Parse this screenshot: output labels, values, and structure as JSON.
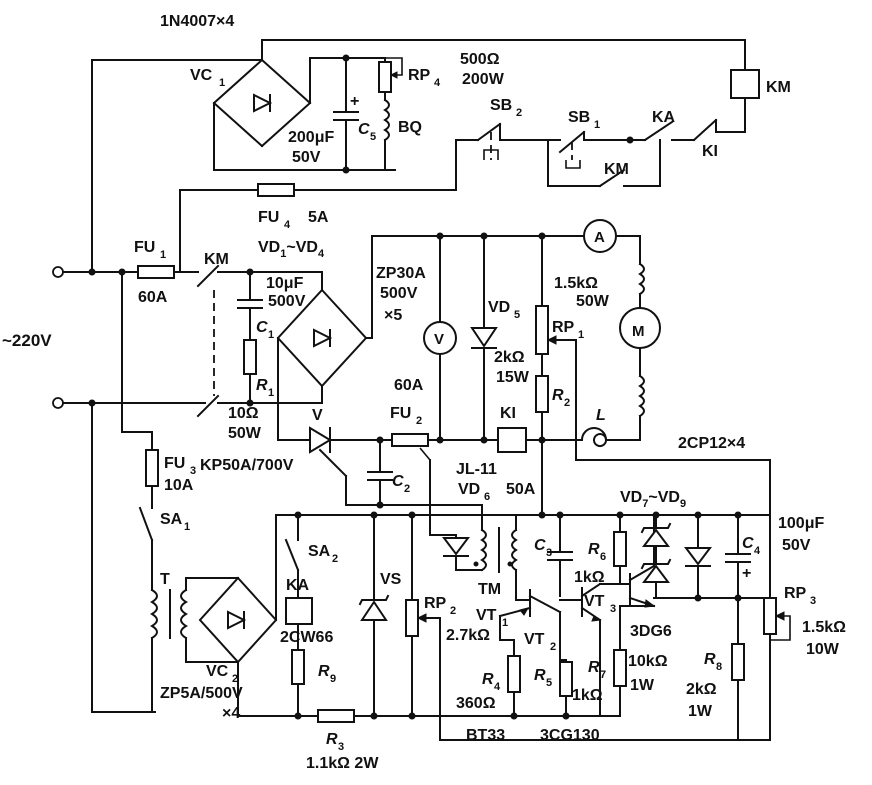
{
  "labels": {
    "bridge_top_part": "1N4007×4",
    "vc1": "VC",
    "vc1_sub": "1",
    "rp4": "RP",
    "rp4_sub": "4",
    "rp4_r": "500Ω",
    "rp4_p": "200W",
    "c5_plus": "+",
    "c5_v": "200μF",
    "c5_v2": "50V",
    "c5": "C",
    "c5_sub": "5",
    "bq": "BQ",
    "sb2": "SB",
    "sb2_sub": "2",
    "sb1": "SB",
    "sb1_sub": "1",
    "ka_top": "KA",
    "ki_top": "KI",
    "km_coil": "KM",
    "km_contact_top": "KM",
    "fu4": "FU",
    "fu4_sub": "4",
    "fu4_v": "5A",
    "fu1": "FU",
    "fu1_sub": "1",
    "fu1_v": "60A",
    "km_main": "KM",
    "vd1_vd4": "VD",
    "vd1_vd4_sub1": "1",
    "vd1_vd4_mid": "~VD",
    "vd1_vd4_sub2": "4",
    "c1_v": "10μF",
    "c1_v2": "500V",
    "c1": "C",
    "c1_sub": "1",
    "r1": "R",
    "r1_sub": "1",
    "r1_v": "10Ω",
    "r1_v2": "50W",
    "ac_in": "~220V",
    "zp30": "ZP30A",
    "zp30_v": "500V",
    "zp30_n": "×5",
    "vm": "V",
    "vd5": "VD",
    "vd5_sub": "5",
    "vd5_r": "2kΩ",
    "vd5_p": "15W",
    "am": "A",
    "rp1_r": "1.5kΩ",
    "rp1_p": "50W",
    "rp1": "RP",
    "rp1_sub": "1",
    "motor": "M",
    "r2": "R",
    "r2_sub": "2",
    "l": "L",
    "fu2_v": "60A",
    "fu2": "FU",
    "fu2_sub": "2",
    "ki_coil": "KI",
    "v_scr": "V",
    "kp50": "KP50A/700V",
    "c2": "C",
    "c2_sub": "2",
    "jl11": "JL-11",
    "vd6": "VD",
    "vd6_sub": "6",
    "jl_a": "50A",
    "cp12": "2CP12×4",
    "fu3": "FU",
    "fu3_sub": "3",
    "fu3_v": "10A",
    "sa1": "SA",
    "sa1_sub": "1",
    "t": "T",
    "vc2": "VC",
    "vc2_sub": "2",
    "zp5": "ZP5A/500V",
    "zp5_n": "×4",
    "sa2": "SA",
    "sa2_sub": "2",
    "ka_coil": "KA",
    "cw66": "2CW66",
    "vs": "VS",
    "r9": "R",
    "r9_sub": "9",
    "r3": "R",
    "r3_sub": "3",
    "r3_v": "1.1kΩ  2W",
    "rp2": "RP",
    "rp2_sub": "2",
    "rp2_v": "2.7kΩ",
    "tm": "TM",
    "vt1": "VT",
    "vt1_sub": "1",
    "vt2": "VT",
    "vt2_sub": "2",
    "r4": "R",
    "r4_sub": "4",
    "r4_v": "360Ω",
    "bt33": "BT33",
    "r5": "R",
    "r5_sub": "5",
    "r5_v": "1kΩ",
    "cg130": "3CG130",
    "c3": "C",
    "c3_sub": "3",
    "c3_v": "1kΩ",
    "r6": "R",
    "r6_sub": "6",
    "vt3": "VT",
    "vt3_sub": "3",
    "dg6": "3DG6",
    "r7": "R",
    "r7_sub": "7",
    "r7_v": "10kΩ",
    "r7_p": "1W",
    "vd7_9": "VD",
    "vd7_9_sub1": "7",
    "vd7_9_mid": "~VD",
    "vd7_9_sub2": "9",
    "c4": "C",
    "c4_sub": "4",
    "c4_plus": "+",
    "c4_v": "100μF",
    "c4_v2": "50V",
    "r8": "R",
    "r8_sub": "8",
    "r8_v": "2kΩ",
    "r8_p": "1W",
    "rp3": "RP",
    "rp3_sub": "3",
    "rp3_r": "1.5kΩ",
    "rp3_p": "10W"
  }
}
